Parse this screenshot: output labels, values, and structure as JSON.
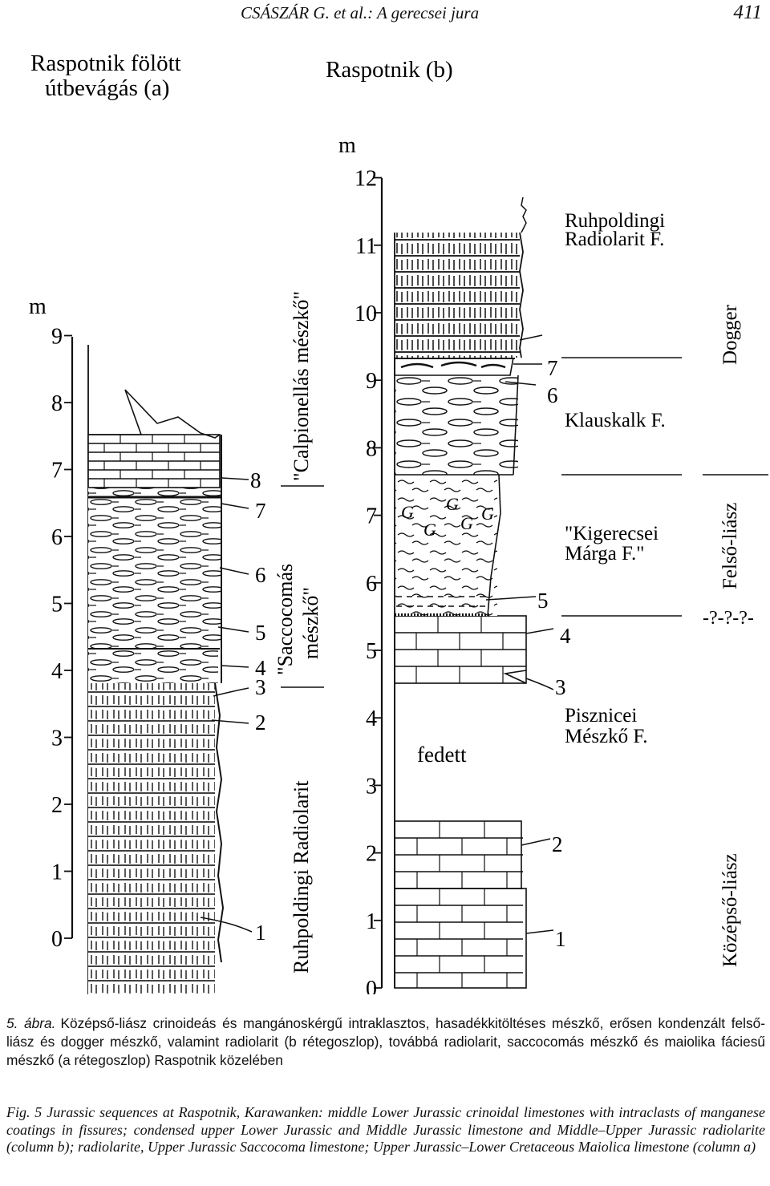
{
  "header": {
    "running_title": "CSÁSZÁR G. et al.: A gerecsei jura",
    "page_number": "411"
  },
  "figure": {
    "col_a": {
      "title_line1": "Raspotnik fölött",
      "title_line2": "útbevágás (a)",
      "unit_label": "m",
      "ticks": [
        "0",
        "1",
        "2",
        "3",
        "4",
        "5",
        "6",
        "7",
        "8",
        "9"
      ],
      "bed_labels": [
        "1",
        "2",
        "3",
        "4",
        "5",
        "6",
        "7",
        "8"
      ],
      "units": [
        "\"Calpionellás mészkő\"",
        "\"Saccocomás",
        "mészkő\"",
        "Ruhpoldingi Radiolarit"
      ]
    },
    "col_b": {
      "title": "Raspotnik (b)",
      "unit_label": "m",
      "ticks": [
        "0",
        "1",
        "2",
        "3",
        "4",
        "5",
        "6",
        "7",
        "8",
        "9",
        "10",
        "11",
        "12"
      ],
      "covered": "fedett",
      "bed_labels": [
        "1",
        "2",
        "3",
        "4",
        "5",
        "6",
        "7"
      ],
      "formations": {
        "ruhpolding_1": "Ruhpoldingi",
        "ruhpolding_2": "Radiolarit F.",
        "klaus": "Klauskalk F.",
        "kiger_1": "\"Kigerecsei",
        "kiger_2": "Márga F.\"",
        "pisz_1": "Pisznicei",
        "pisz_2": "Mészkő F."
      },
      "ages": [
        "Dogger",
        "Felső-liász",
        "-?-?-?-",
        "Középső-liász"
      ]
    }
  },
  "captions": {
    "hu_label": "5. ábra.",
    "hu_text": "Középső-liász crinoideás és mangánoskérgű intraklasztos, hasadékkitöltéses mészkő, erősen kondenzált felső-liász és dogger mészkő, valamint radiolarit (b rétegoszlop), továbbá radiolarit, saccocomás mészkő és maiolika fáciesű mészkő (a rétegoszlop) Raspotnik közelében",
    "en_label": "Fig. 5",
    "en_text": "Jurassic sequences at Raspotnik, Karawanken: middle Lower Jurassic crinoidal limestones with intraclasts of manganese coatings in fissures; condensed upper Lower Jurassic and Middle Jurassic limestone and Middle–Upper Jurassic radiolarite (column b); radiolarite, Upper Jurassic Saccocoma limestone; Upper Jurassic–Lower Cretaceous Maiolica limestone (column a)"
  }
}
